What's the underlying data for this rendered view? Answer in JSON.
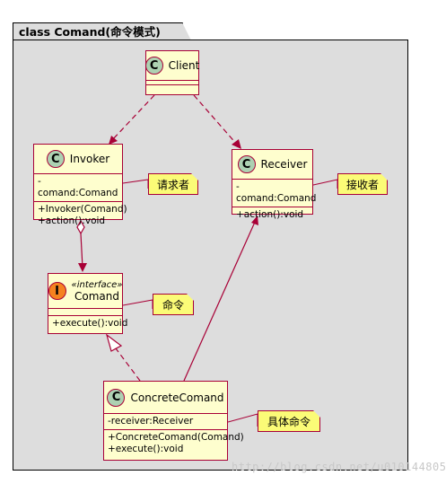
{
  "package": {
    "title": "class Comand(命令模式)"
  },
  "classes": {
    "client": {
      "badge": "C",
      "name": "Client"
    },
    "invoker": {
      "badge": "C",
      "name": "Invoker",
      "fields": [
        "-comand:Comand"
      ],
      "methods": [
        "+Invoker(Comand)",
        "+action():void"
      ]
    },
    "receiver": {
      "badge": "C",
      "name": "Receiver",
      "fields": [
        "-comand:Comand"
      ],
      "methods": [
        "+action():void"
      ]
    },
    "comand": {
      "badge": "I",
      "stereotype": "«interface»",
      "name": "Comand",
      "methods": [
        "+execute():void"
      ]
    },
    "concrete": {
      "badge": "C",
      "name": "ConcreteComand",
      "fields": [
        "-receiver:Receiver"
      ],
      "methods": [
        "+ConcreteComand(Comand)",
        "+execute():void"
      ]
    }
  },
  "notes": {
    "invoker": "请求者",
    "receiver": "接收者",
    "comand": "命令",
    "concrete": "具体命令"
  },
  "watermark": "http://blog.csdn.net/u010144805",
  "colors": {
    "class_fill": "#fefece",
    "class_border": "#a80036",
    "note_fill": "#fbfb77",
    "package_fill": "#dddddd",
    "class_badge": "#add1b2",
    "interface_badge": "#f58220"
  }
}
